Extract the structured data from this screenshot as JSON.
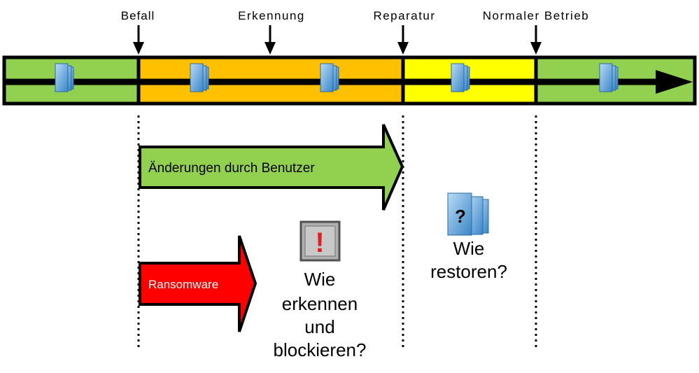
{
  "milestones": {
    "befall": "Befall",
    "erkennung": "Erkennung",
    "reparatur": "Reparatur",
    "normaler_betrieb": "Normaler Betrieb"
  },
  "arrows": {
    "user_changes": "Änderungen durch Benutzer",
    "ransomware": "Ransomware"
  },
  "questions": {
    "detect_block": [
      "Wie",
      "erkennen",
      "und",
      "blockieren?"
    ],
    "restore": [
      "Wie",
      "restoren?"
    ]
  },
  "icons": {
    "alert_symbol": "!",
    "restore_symbol": "?",
    "backup_icon": "backup-stack-icon"
  },
  "colors": {
    "phase_normal": "#92d050",
    "phase_infected": "#ffc000",
    "phase_repair": "#ffff00",
    "ransomware": "#ff0000",
    "user_changes": "#92d050",
    "alert": "#e02020"
  }
}
